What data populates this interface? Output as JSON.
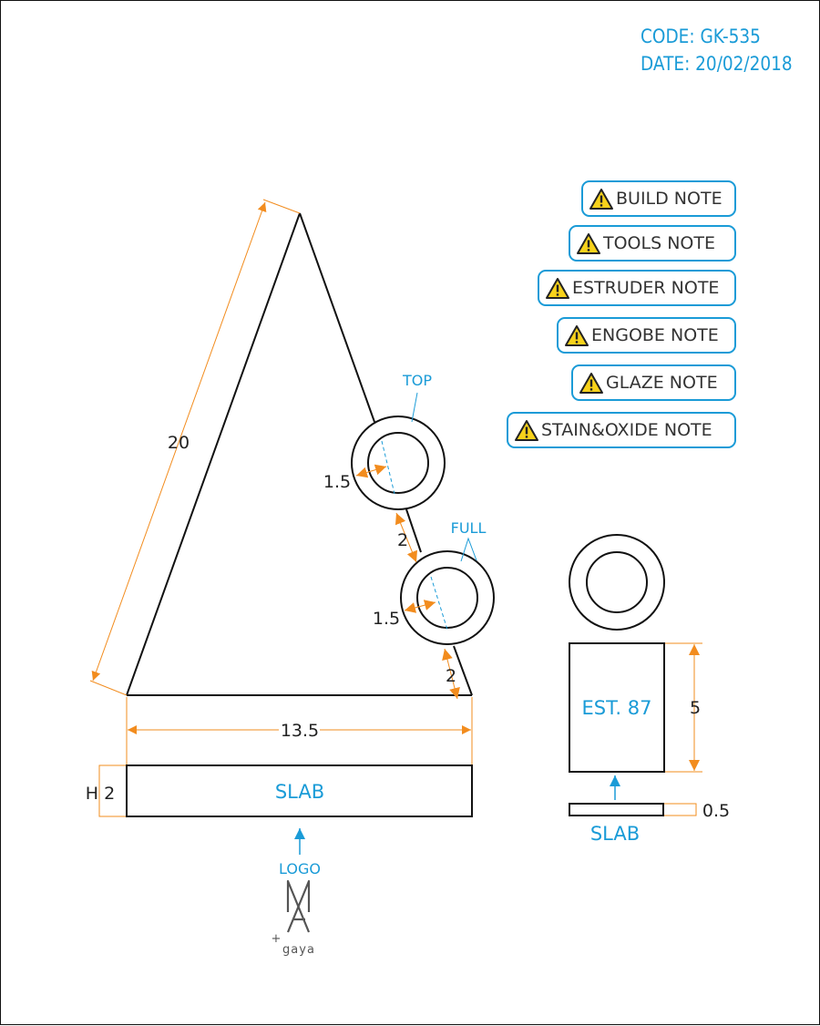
{
  "header": {
    "code": "CODE: GK-535",
    "date": "DATE: 20/02/2018"
  },
  "notes": [
    {
      "label": "BUILD NOTE",
      "icon": "warning-icon"
    },
    {
      "label": "TOOLS NOTE",
      "icon": "warning-icon"
    },
    {
      "label": "ESTRUDER NOTE",
      "icon": "warning-icon"
    },
    {
      "label": "ENGOBE NOTE",
      "icon": "warning-icon"
    },
    {
      "label": "GLAZE NOTE",
      "icon": "warning-icon"
    },
    {
      "label": "STAIN&OXIDE NOTE",
      "icon": "warning-icon"
    }
  ],
  "dimensions": {
    "side_length": "20",
    "base_width": "13.5",
    "slab_height": "H 2",
    "top_ring_thickness": "1.5",
    "ring_gap": "2",
    "full_ring_thickness": "1.5",
    "bottom_gap": "2",
    "cylinder_height": "5",
    "base_slab_thickness": "0.5"
  },
  "labels": {
    "top": "TOP",
    "full": "FULL",
    "slab": "SLAB",
    "logo": "LOGO",
    "est": "EST. 87",
    "slab_small": "SLAB",
    "logo_word": "gaya",
    "logo_plus": "+"
  },
  "colors": {
    "accent_blue": "#1a9bd7",
    "dimension_orange": "#f28c1e",
    "outline": "#111111",
    "warning_yellow": "#f7d21b"
  }
}
